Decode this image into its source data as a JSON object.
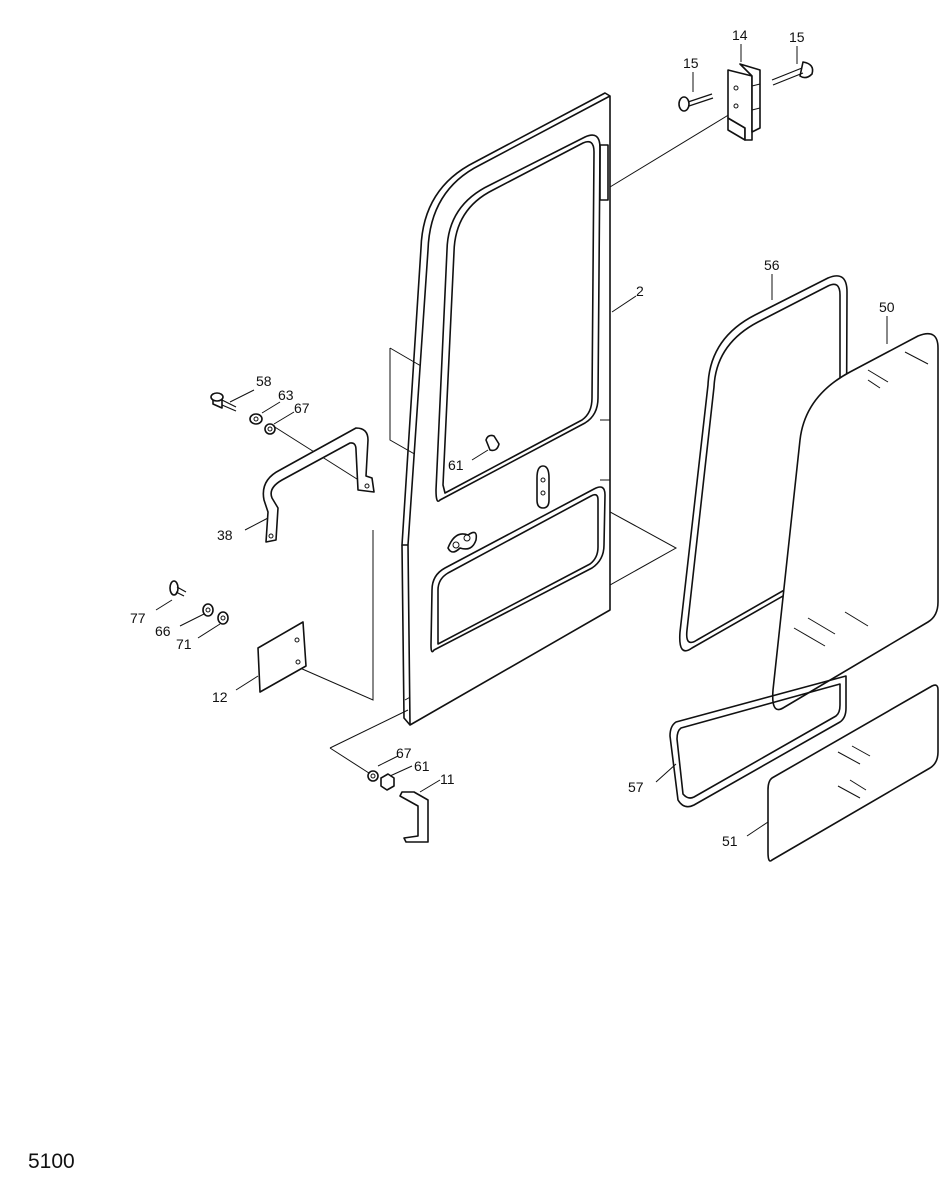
{
  "diagram": {
    "callouts": {
      "door": "2",
      "hinge": "14",
      "hinge_screw_left": "15",
      "hinge_screw_right": "15",
      "upper_seal": "56",
      "upper_glass": "50",
      "lower_seal": "57",
      "lower_glass": "51",
      "handle_bolt": "58",
      "handle_washer_63": "63",
      "handle_washer_67": "67",
      "handle": "38",
      "door_nut": "61",
      "plate_bolt": "77",
      "plate_washer_66": "66",
      "plate_washer_71": "71",
      "plate": "12",
      "stopper_washer": "67",
      "stopper_nut": "61",
      "stopper": "11"
    }
  },
  "page_number": "5100"
}
